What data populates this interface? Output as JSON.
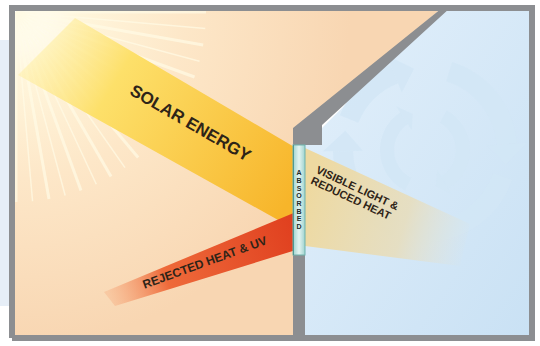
{
  "diagram": {
    "labels": [
      "SOLAR ENERGY",
      "REJECTED HEAT & UV",
      "VISIBLE LIGHT & REDUCED HEAT",
      "ABSORBED"
    ]
  }
}
